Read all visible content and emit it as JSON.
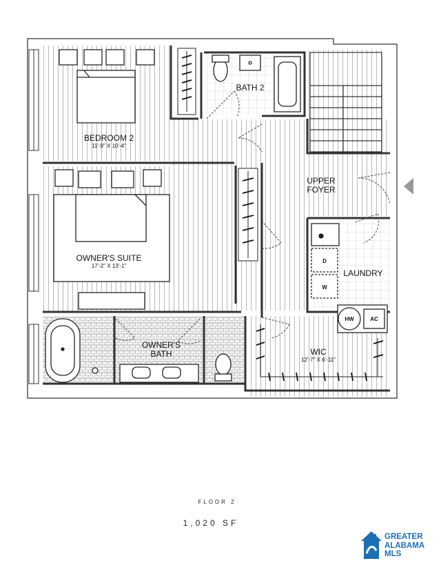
{
  "plan": {
    "rooms": {
      "bedroom2": {
        "name": "BEDROOM 2",
        "dims": "11'-9\" X 10'-4\""
      },
      "owners_suite": {
        "name": "OWNER'S SUITE",
        "dims": "17'-2\" X 13'-1\""
      },
      "bath2": {
        "name": "BATH 2"
      },
      "upper_foyer": {
        "name_line1": "UPPER",
        "name_line2": "FOYER"
      },
      "laundry": {
        "name": "LAUNDRY"
      },
      "owners_bath": {
        "name_line1": "OWNER'S",
        "name_line2": "BATH"
      },
      "wic": {
        "name": "WIC",
        "dims": "12'-7\" X 6'-11\""
      }
    },
    "appliances": {
      "dryer": "D",
      "washer": "W",
      "water_heater": "HW",
      "ac": "AC"
    },
    "floor_label": "FLOOR 2",
    "square_feet": "1,020 SF"
  },
  "logo": {
    "line1": "GREATER",
    "line2": "ALABAMA",
    "line3": "MLS",
    "icon": "house-icon",
    "color": "#1d6fb3"
  }
}
